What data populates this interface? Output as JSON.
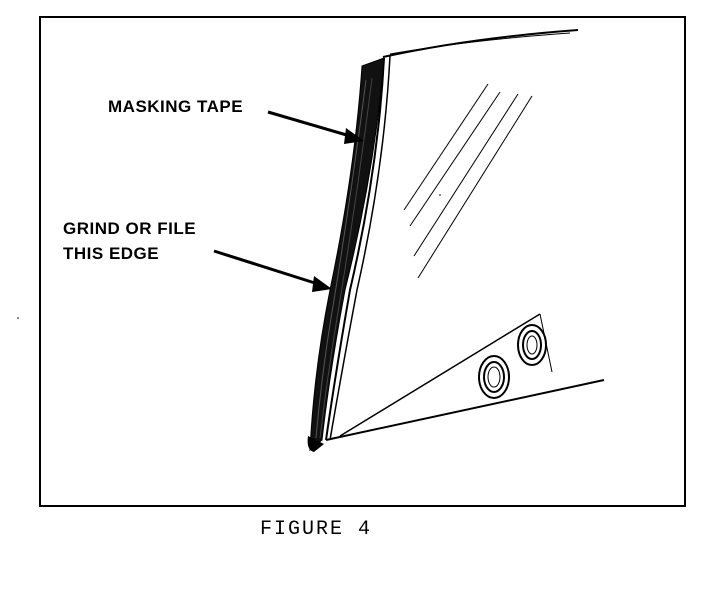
{
  "labels": {
    "masking_tape": "MASKING TAPE",
    "grind_line1": "GRIND OR FILE",
    "grind_line2": "THIS EDGE"
  },
  "caption": "FIGURE 4",
  "colors": {
    "ink": "#000000",
    "paper": "#ffffff"
  }
}
